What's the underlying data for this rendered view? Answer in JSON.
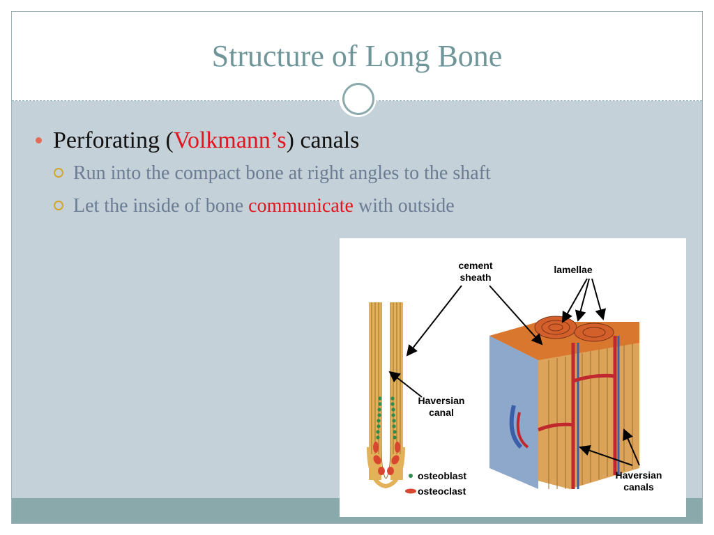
{
  "title": "Structure of Long Bone",
  "bullet": {
    "prefix": "Perforating (",
    "highlight": "Volkmann’s",
    "suffix": ") canals"
  },
  "subpoints": [
    {
      "text": "Run into the compact bone at right angles to the shaft"
    },
    {
      "prefix": "Let the inside of bone ",
      "highlight": "communicate",
      "suffix": " with outside"
    }
  ],
  "figure_labels": {
    "cement_sheath_1": "cement",
    "cement_sheath_2": "sheath",
    "lamellae": "lamellae",
    "haversian_canal_1": "Haversian",
    "haversian_canal_2": "canal",
    "haversian_canals_1": "Haversian",
    "haversian_canals_2": "canals",
    "osteoblast": "osteoblast",
    "osteoclast": "osteoclast"
  },
  "colors": {
    "title": "#6f9598",
    "accent_red": "#e2141d",
    "subtext": "#6b7c93",
    "slide_bg": "#c5d1d8",
    "footer": "#8aa9ab",
    "bone_tan": "#e2b15a",
    "vessel_red": "#c0282e",
    "vessel_blue": "#3a5fa8",
    "osteoblast_green": "#2f8b4a",
    "osteoclast_red": "#d9462f"
  }
}
